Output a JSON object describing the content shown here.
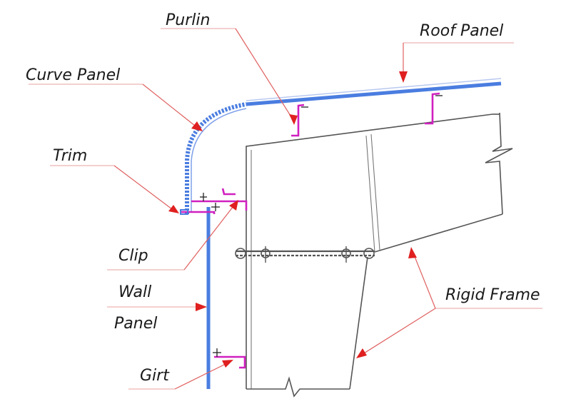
{
  "labels": {
    "purlin": "Purlin",
    "roof_panel": "Roof Panel",
    "curve_panel": "Curve Panel",
    "trim": "Trim",
    "clip": "Clip",
    "wall": "Wall",
    "panel": "Panel",
    "rigid_frame": "Rigid Frame",
    "girt": "Girt"
  },
  "colors": {
    "panel": "#4a7de0",
    "cladding_parts": "#d020c0",
    "leader": "#e06060",
    "arrow": "#e02020",
    "frame": "#555555"
  }
}
